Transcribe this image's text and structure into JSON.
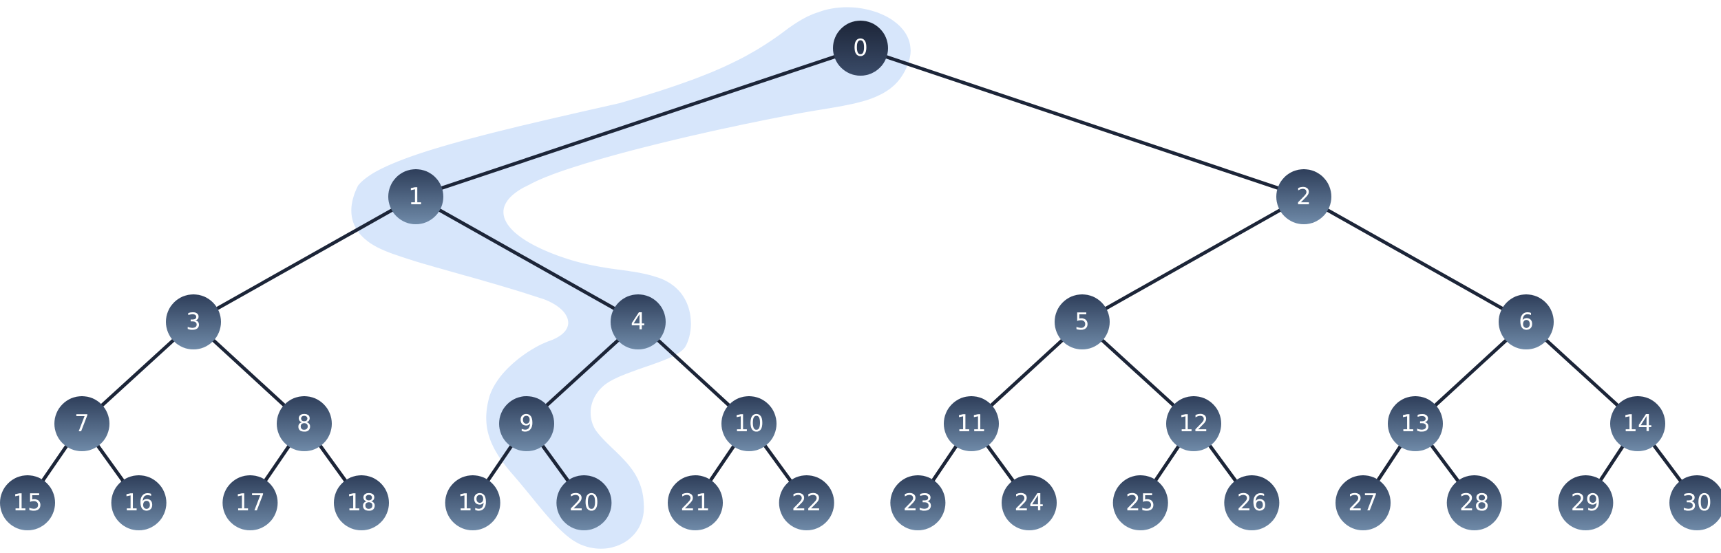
{
  "diagram": {
    "type": "binary-tree",
    "colors": {
      "node_gradient_top": "#2e3e5a",
      "node_gradient_bottom": "#6f8aa8",
      "root_gradient_top": "#1c2538",
      "root_gradient_bottom": "#3a4b68",
      "edge": "#1c2538",
      "highlight": "#d7e6fb",
      "label": "#ffffff"
    },
    "nodes": [
      {
        "id": 0,
        "label": "0",
        "parent": null
      },
      {
        "id": 1,
        "label": "1",
        "parent": 0
      },
      {
        "id": 2,
        "label": "2",
        "parent": 0
      },
      {
        "id": 3,
        "label": "3",
        "parent": 1
      },
      {
        "id": 4,
        "label": "4",
        "parent": 1
      },
      {
        "id": 5,
        "label": "5",
        "parent": 2
      },
      {
        "id": 6,
        "label": "6",
        "parent": 2
      },
      {
        "id": 7,
        "label": "7",
        "parent": 3
      },
      {
        "id": 8,
        "label": "8",
        "parent": 3
      },
      {
        "id": 9,
        "label": "9",
        "parent": 4
      },
      {
        "id": 10,
        "label": "10",
        "parent": 4
      },
      {
        "id": 11,
        "label": "11",
        "parent": 5
      },
      {
        "id": 12,
        "label": "12",
        "parent": 5
      },
      {
        "id": 13,
        "label": "13",
        "parent": 6
      },
      {
        "id": 14,
        "label": "14",
        "parent": 6
      },
      {
        "id": 15,
        "label": "15",
        "parent": 7
      },
      {
        "id": 16,
        "label": "16",
        "parent": 7
      },
      {
        "id": 17,
        "label": "17",
        "parent": 8
      },
      {
        "id": 18,
        "label": "18",
        "parent": 8
      },
      {
        "id": 19,
        "label": "19",
        "parent": 9
      },
      {
        "id": 20,
        "label": "20",
        "parent": 9
      },
      {
        "id": 21,
        "label": "21",
        "parent": 10
      },
      {
        "id": 22,
        "label": "22",
        "parent": 10
      },
      {
        "id": 23,
        "label": "23",
        "parent": 11
      },
      {
        "id": 24,
        "label": "24",
        "parent": 11
      },
      {
        "id": 25,
        "label": "25",
        "parent": 12
      },
      {
        "id": 26,
        "label": "26",
        "parent": 12
      },
      {
        "id": 27,
        "label": "27",
        "parent": 13
      },
      {
        "id": 28,
        "label": "28",
        "parent": 13
      },
      {
        "id": 29,
        "label": "29",
        "parent": 14
      },
      {
        "id": 30,
        "label": "30",
        "parent": 14
      }
    ],
    "highlighted_path": [
      0,
      1,
      4,
      9,
      20
    ],
    "root_node": 0
  }
}
